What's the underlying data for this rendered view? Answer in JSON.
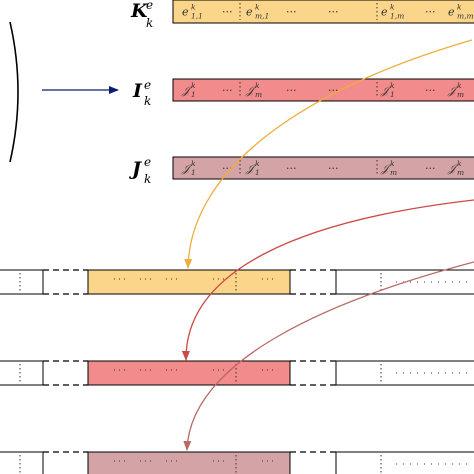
{
  "colors": {
    "k_fill": "#fbd68a",
    "i_fill": "#f28b8b",
    "j_fill": "#d4a3a6",
    "arrow_yellow": "#f0ad3c",
    "arrow_red": "#cc4a46",
    "arrow_brown": "#b86a65",
    "navy": "#0a1c6e",
    "stroke": "#000000"
  },
  "arrays": [
    {
      "id": "K",
      "label": {
        "main": "K",
        "sup": "e",
        "sub": "k"
      },
      "cells": [
        {
          "base": "e",
          "sup": "k",
          "sub": "1,1"
        },
        {
          "dots": "···"
        },
        {
          "base": "e",
          "sup": "k",
          "sub": "m,1"
        },
        {
          "dots": "···"
        },
        {
          "dots": "···"
        },
        {
          "base": "e",
          "sup": "k",
          "sub": "1,m"
        },
        {
          "dots": "···"
        },
        {
          "base": "e",
          "sup": "k",
          "sub": "m,m"
        }
      ]
    },
    {
      "id": "I",
      "label": {
        "main": "I",
        "sup": "e",
        "sub": "k"
      },
      "cells": [
        {
          "base": "𝒥",
          "sup": "k",
          "sub": "1"
        },
        {
          "dots": "···"
        },
        {
          "base": "𝒥",
          "sup": "k",
          "sub": "m"
        },
        {
          "dots": "···"
        },
        {
          "dots": "···"
        },
        {
          "base": "𝒥",
          "sup": "k",
          "sub": "1"
        },
        {
          "dots": "···"
        },
        {
          "base": "𝒥",
          "sup": "k",
          "sub": "m"
        }
      ]
    },
    {
      "id": "J",
      "label": {
        "main": "J",
        "sup": "e",
        "sub": "k"
      },
      "cells": [
        {
          "base": "𝒥",
          "sup": "k",
          "sub": "1"
        },
        {
          "dots": "···"
        },
        {
          "base": "𝒥",
          "sup": "k",
          "sub": "1"
        },
        {
          "dots": "···"
        },
        {
          "dots": "···"
        },
        {
          "base": "𝒥",
          "sup": "k",
          "sub": "m"
        },
        {
          "dots": "···"
        },
        {
          "base": "𝒥",
          "sup": "k",
          "sub": "m"
        }
      ]
    }
  ],
  "global_rows": [
    "K",
    "I",
    "J"
  ]
}
